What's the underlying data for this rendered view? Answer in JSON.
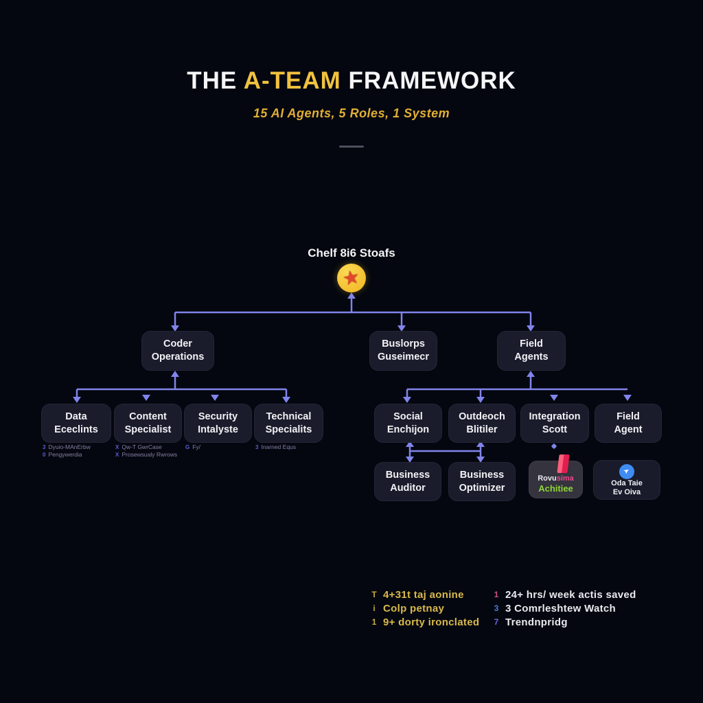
{
  "header": {
    "title_prefix": "THE ",
    "title_highlight": "A-TEAM",
    "title_suffix": " FRAMEWORK",
    "subtitle": "15 AI Agents, 5 Roles, 1 System"
  },
  "colors": {
    "background": "#04070f",
    "box": "#1a1c2c",
    "connector": "#8184ea",
    "accent_yellow": "#f0c23f",
    "legend_yellow": "#d9b94c",
    "green": "#8fd636",
    "pink": "#e84a8a",
    "ribbon_red": "#e01f4f",
    "send_blue": "#3f8cf3",
    "badge_yellow": "#f3bc2c",
    "badge_star_red": "#e0492b"
  },
  "root": {
    "label": "Chelf 8i6 Stoafs",
    "icon": "star-badge-icon",
    "star_glyph": "★"
  },
  "level2": [
    {
      "label": "Coder\nOperations"
    },
    {
      "label": "Buslorps\nGuseimecr"
    },
    {
      "label": "Field\nAgents"
    }
  ],
  "level3": [
    {
      "label": "Data\nEceclints",
      "notes": [
        {
          "bullet": "3",
          "text": "Dyuio-MAnErbw"
        },
        {
          "bullet": "0",
          "text": "Pengywerdia"
        }
      ]
    },
    {
      "label": "Content\nSpecialist",
      "notes": [
        {
          "bullet": "X",
          "text": "Qw-T GwrCase"
        },
        {
          "bullet": "X",
          "text": "Prosewsualy Rwrows"
        }
      ]
    },
    {
      "label": "Security\nIntalyste",
      "notes": [
        {
          "bullet": "G",
          "text": "Fy/"
        }
      ]
    },
    {
      "label": "Technical\nSpecialits",
      "notes": [
        {
          "bullet": "3",
          "text": "Inarned Equs"
        }
      ]
    },
    {
      "label": "Social\nEnchijon"
    },
    {
      "label": "Outdeoch\nBlitiler"
    },
    {
      "label": "Integration\nScott"
    },
    {
      "label": "Field\nAgent"
    }
  ],
  "level4": [
    {
      "label": "Business\nAuditor"
    },
    {
      "label": "Business\nOptimizer"
    },
    {
      "line1_white": "Rovu",
      "line1_pink": "sima",
      "line2": "Achitiee",
      "icon": "ribbon-icon"
    },
    {
      "line1": "Oda Taie",
      "line2": "Ev Oiva",
      "icon": "send-icon",
      "send_glyph": "➤"
    }
  ],
  "legend": {
    "left": [
      {
        "bullet": "T",
        "text": "4+31t taj aonine"
      },
      {
        "bullet": "i",
        "text": "Colp petnay"
      },
      {
        "bullet": "1",
        "text": "9+ dorty ironclated"
      }
    ],
    "right": [
      {
        "bullet": "1",
        "text": "24+ hrs/ week actis saved",
        "bullet_color": "#c9517f"
      },
      {
        "bullet": "3",
        "text": "3 Comrleshtew Watch",
        "bullet_color": "#4a7fd4"
      },
      {
        "bullet": "7",
        "text": "Trendnpridg",
        "bullet_color": "#6b68d8"
      }
    ]
  }
}
